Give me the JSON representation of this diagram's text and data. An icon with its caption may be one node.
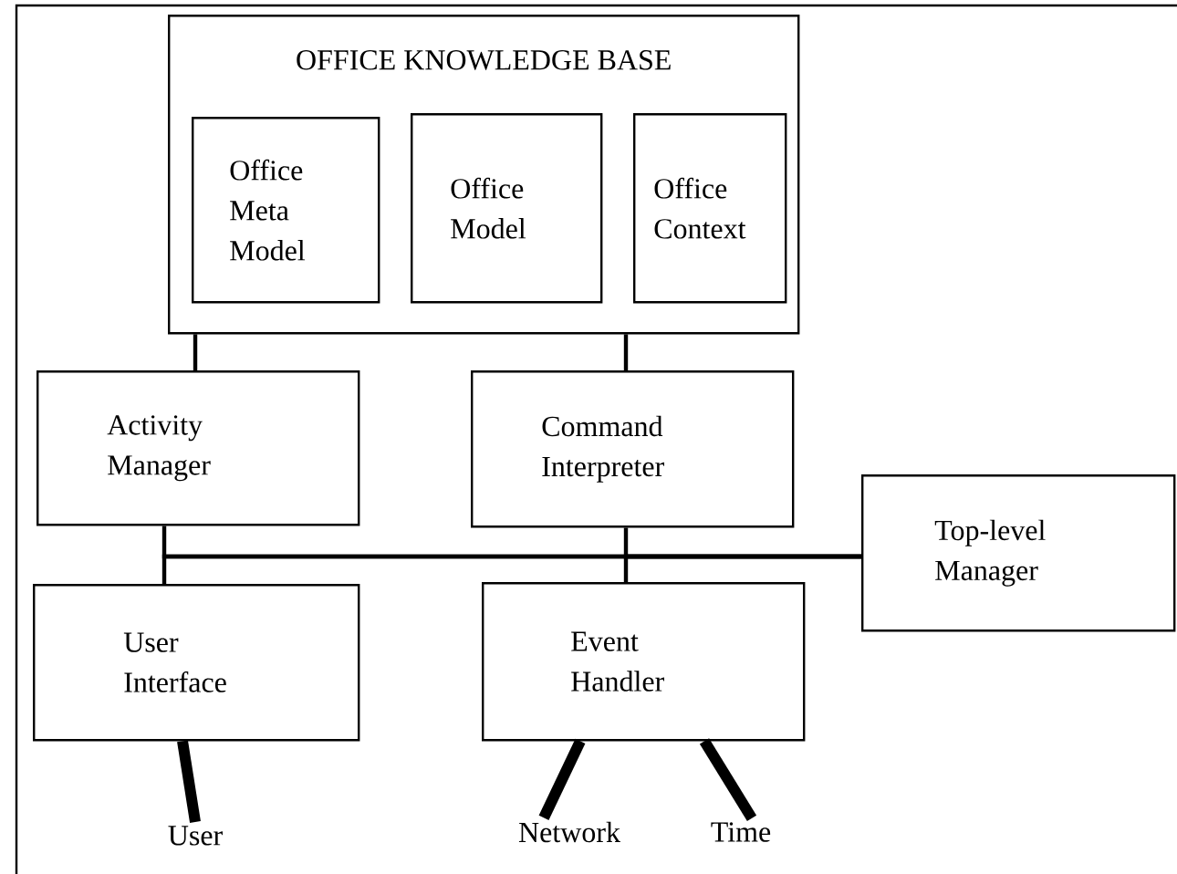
{
  "diagram": {
    "nodes": [
      {
        "text": [
          "OFFICE KNOWLEDGE BASE"
        ]
      },
      {
        "text": [
          "Office Meta Model"
        ],
        "in": 0
      },
      {
        "text": [
          "Office Model"
        ],
        "in": 0
      },
      {
        "text": [
          "Office Context"
        ],
        "in": 0
      },
      {
        "text": [
          "Activity Manager"
        ]
      },
      {
        "text": [
          "Command Interpreter"
        ]
      },
      {
        "text": [
          "Top-level Manager"
        ]
      },
      {
        "text": [
          "User Interface"
        ]
      },
      {
        "text": [
          "Event Handler"
        ]
      },
      {
        "text": [
          "User"
        ]
      },
      {
        "text": [
          "Network"
        ]
      },
      {
        "text": [
          "Time"
        ]
      }
    ],
    "edges": [
      {
        "from": 0,
        "to": 4,
        "arrow": "none"
      },
      {
        "from": 0,
        "to": 5,
        "arrow": "none"
      },
      {
        "from": 6,
        "to": 4,
        "arrow": "none"
      },
      {
        "from": 6,
        "to": 5,
        "arrow": "none"
      },
      {
        "from": 6,
        "to": 7,
        "arrow": "none"
      },
      {
        "from": 6,
        "to": 8,
        "arrow": "none"
      },
      {
        "from": 7,
        "to": 9,
        "arrow": "none",
        "style": "thick"
      },
      {
        "from": 8,
        "to": 10,
        "arrow": "none",
        "style": "thick"
      },
      {
        "from": 8,
        "to": 11,
        "arrow": "none",
        "style": "thick"
      }
    ]
  }
}
